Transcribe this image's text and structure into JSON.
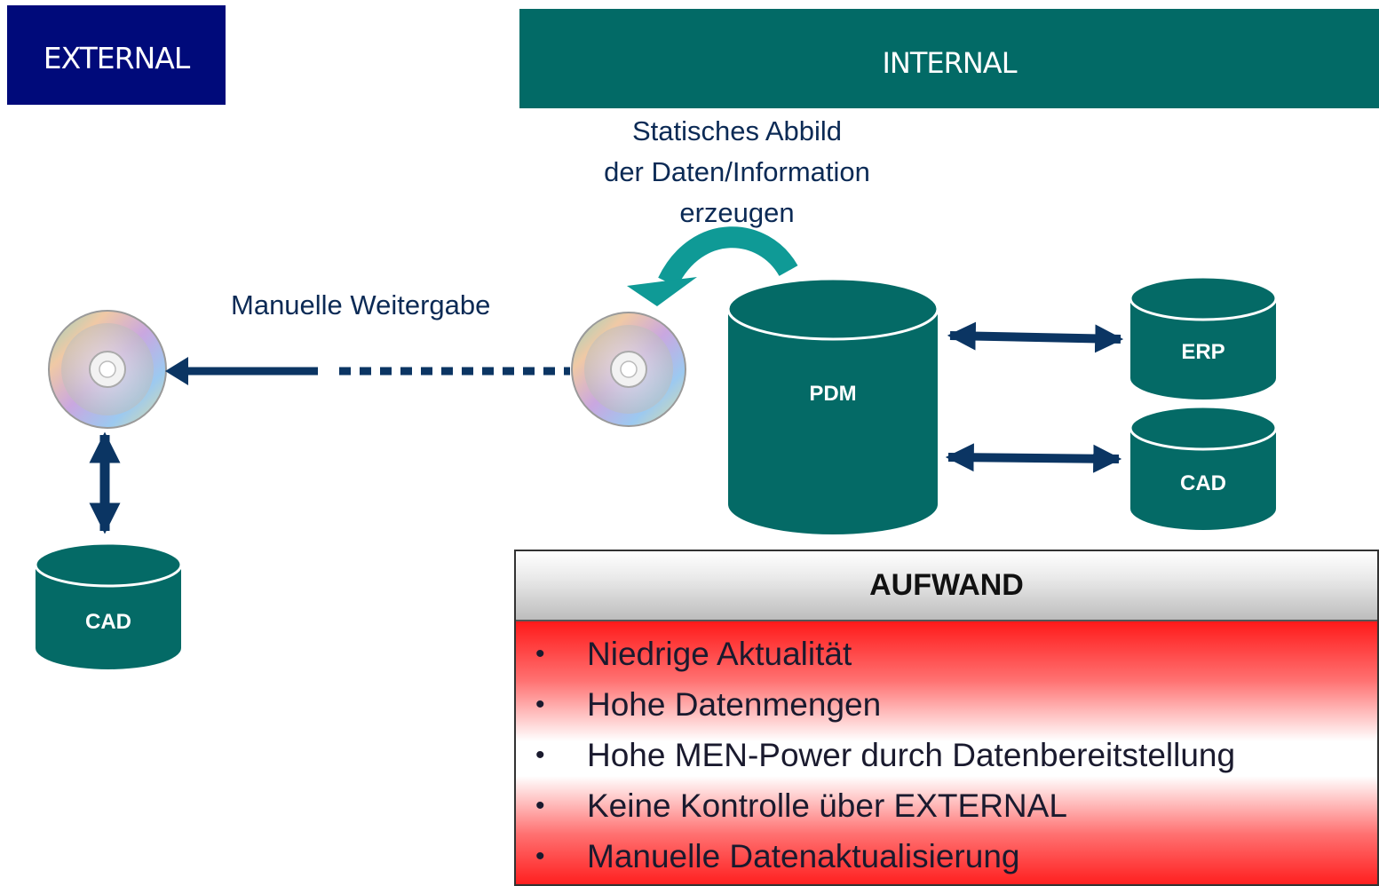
{
  "headers": {
    "external": "EXTERNAL",
    "internal": "INTERNAL"
  },
  "caption": {
    "line1": "Statisches Abbild",
    "line2": "der Daten/Information",
    "line3": "erzeugen"
  },
  "manual_transfer_label": "Manuelle Weitergabe",
  "databases": {
    "pdm": "PDM",
    "erp": "ERP",
    "cad_internal": "CAD",
    "cad_external": "CAD"
  },
  "panel": {
    "title": "AUFWAND",
    "bullet_glyph": "•",
    "items": [
      "Niedrige Aktualität",
      "Hohe Datenmengen",
      "Hohe MEN-Power durch Datenbereitstellung",
      "Keine Kontrolle über EXTERNAL",
      "Manuelle Datenaktualisierung"
    ]
  },
  "colors": {
    "external_header": "#000a7a",
    "internal_header": "#026a66",
    "cylinder": "#046a66",
    "arrow": "#0b3563",
    "curved_arrow": "#0f9a96"
  },
  "icons": {
    "disc": "cd-disc-icon",
    "curved_arrow": "curved-arrow-icon"
  }
}
